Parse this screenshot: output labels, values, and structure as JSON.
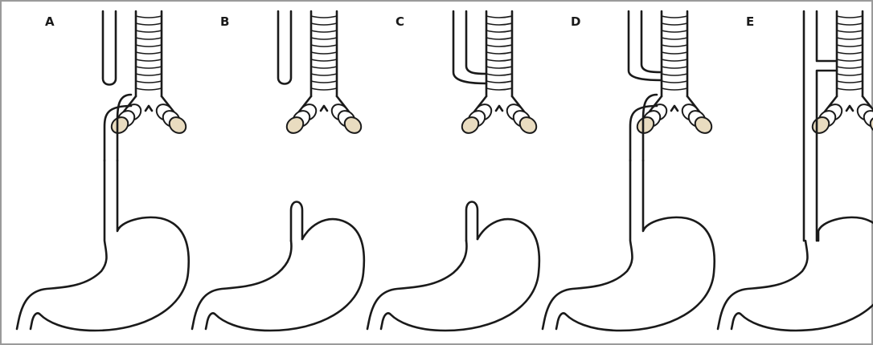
{
  "panels": [
    {
      "label": "A"
    },
    {
      "label": "B"
    },
    {
      "label": "C"
    },
    {
      "label": "D"
    },
    {
      "label": "E"
    }
  ],
  "colors": {
    "outline": "#1a1a1a",
    "background": "#ffffff",
    "border": "#9a9a9a",
    "bronchus_fill": "#e9dcc0"
  }
}
